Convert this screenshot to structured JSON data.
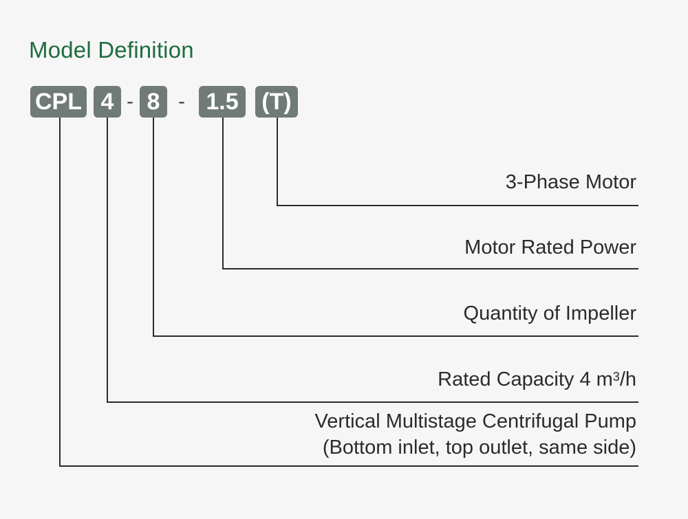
{
  "title": "Model Definition",
  "codes": {
    "series": "CPL",
    "capacity": "4",
    "impeller": "8",
    "power": "1.5",
    "phase": "(T)"
  },
  "separators": [
    "-",
    "-"
  ],
  "descriptions": {
    "phase": "3-Phase Motor",
    "power": "Motor Rated Power",
    "impeller": "Quantity of Impeller",
    "capacity_prefix": "Rated Capacity  4 m",
    "capacity_sup": "3",
    "capacity_suffix": "/h",
    "series_line1": "Vertical Multistage Centrifugal Pump",
    "series_line2": "(Bottom inlet, top outlet, same side)"
  },
  "colors": {
    "title": "#1f6b3f",
    "box": "#707a78",
    "line": "#2b2b2b"
  }
}
